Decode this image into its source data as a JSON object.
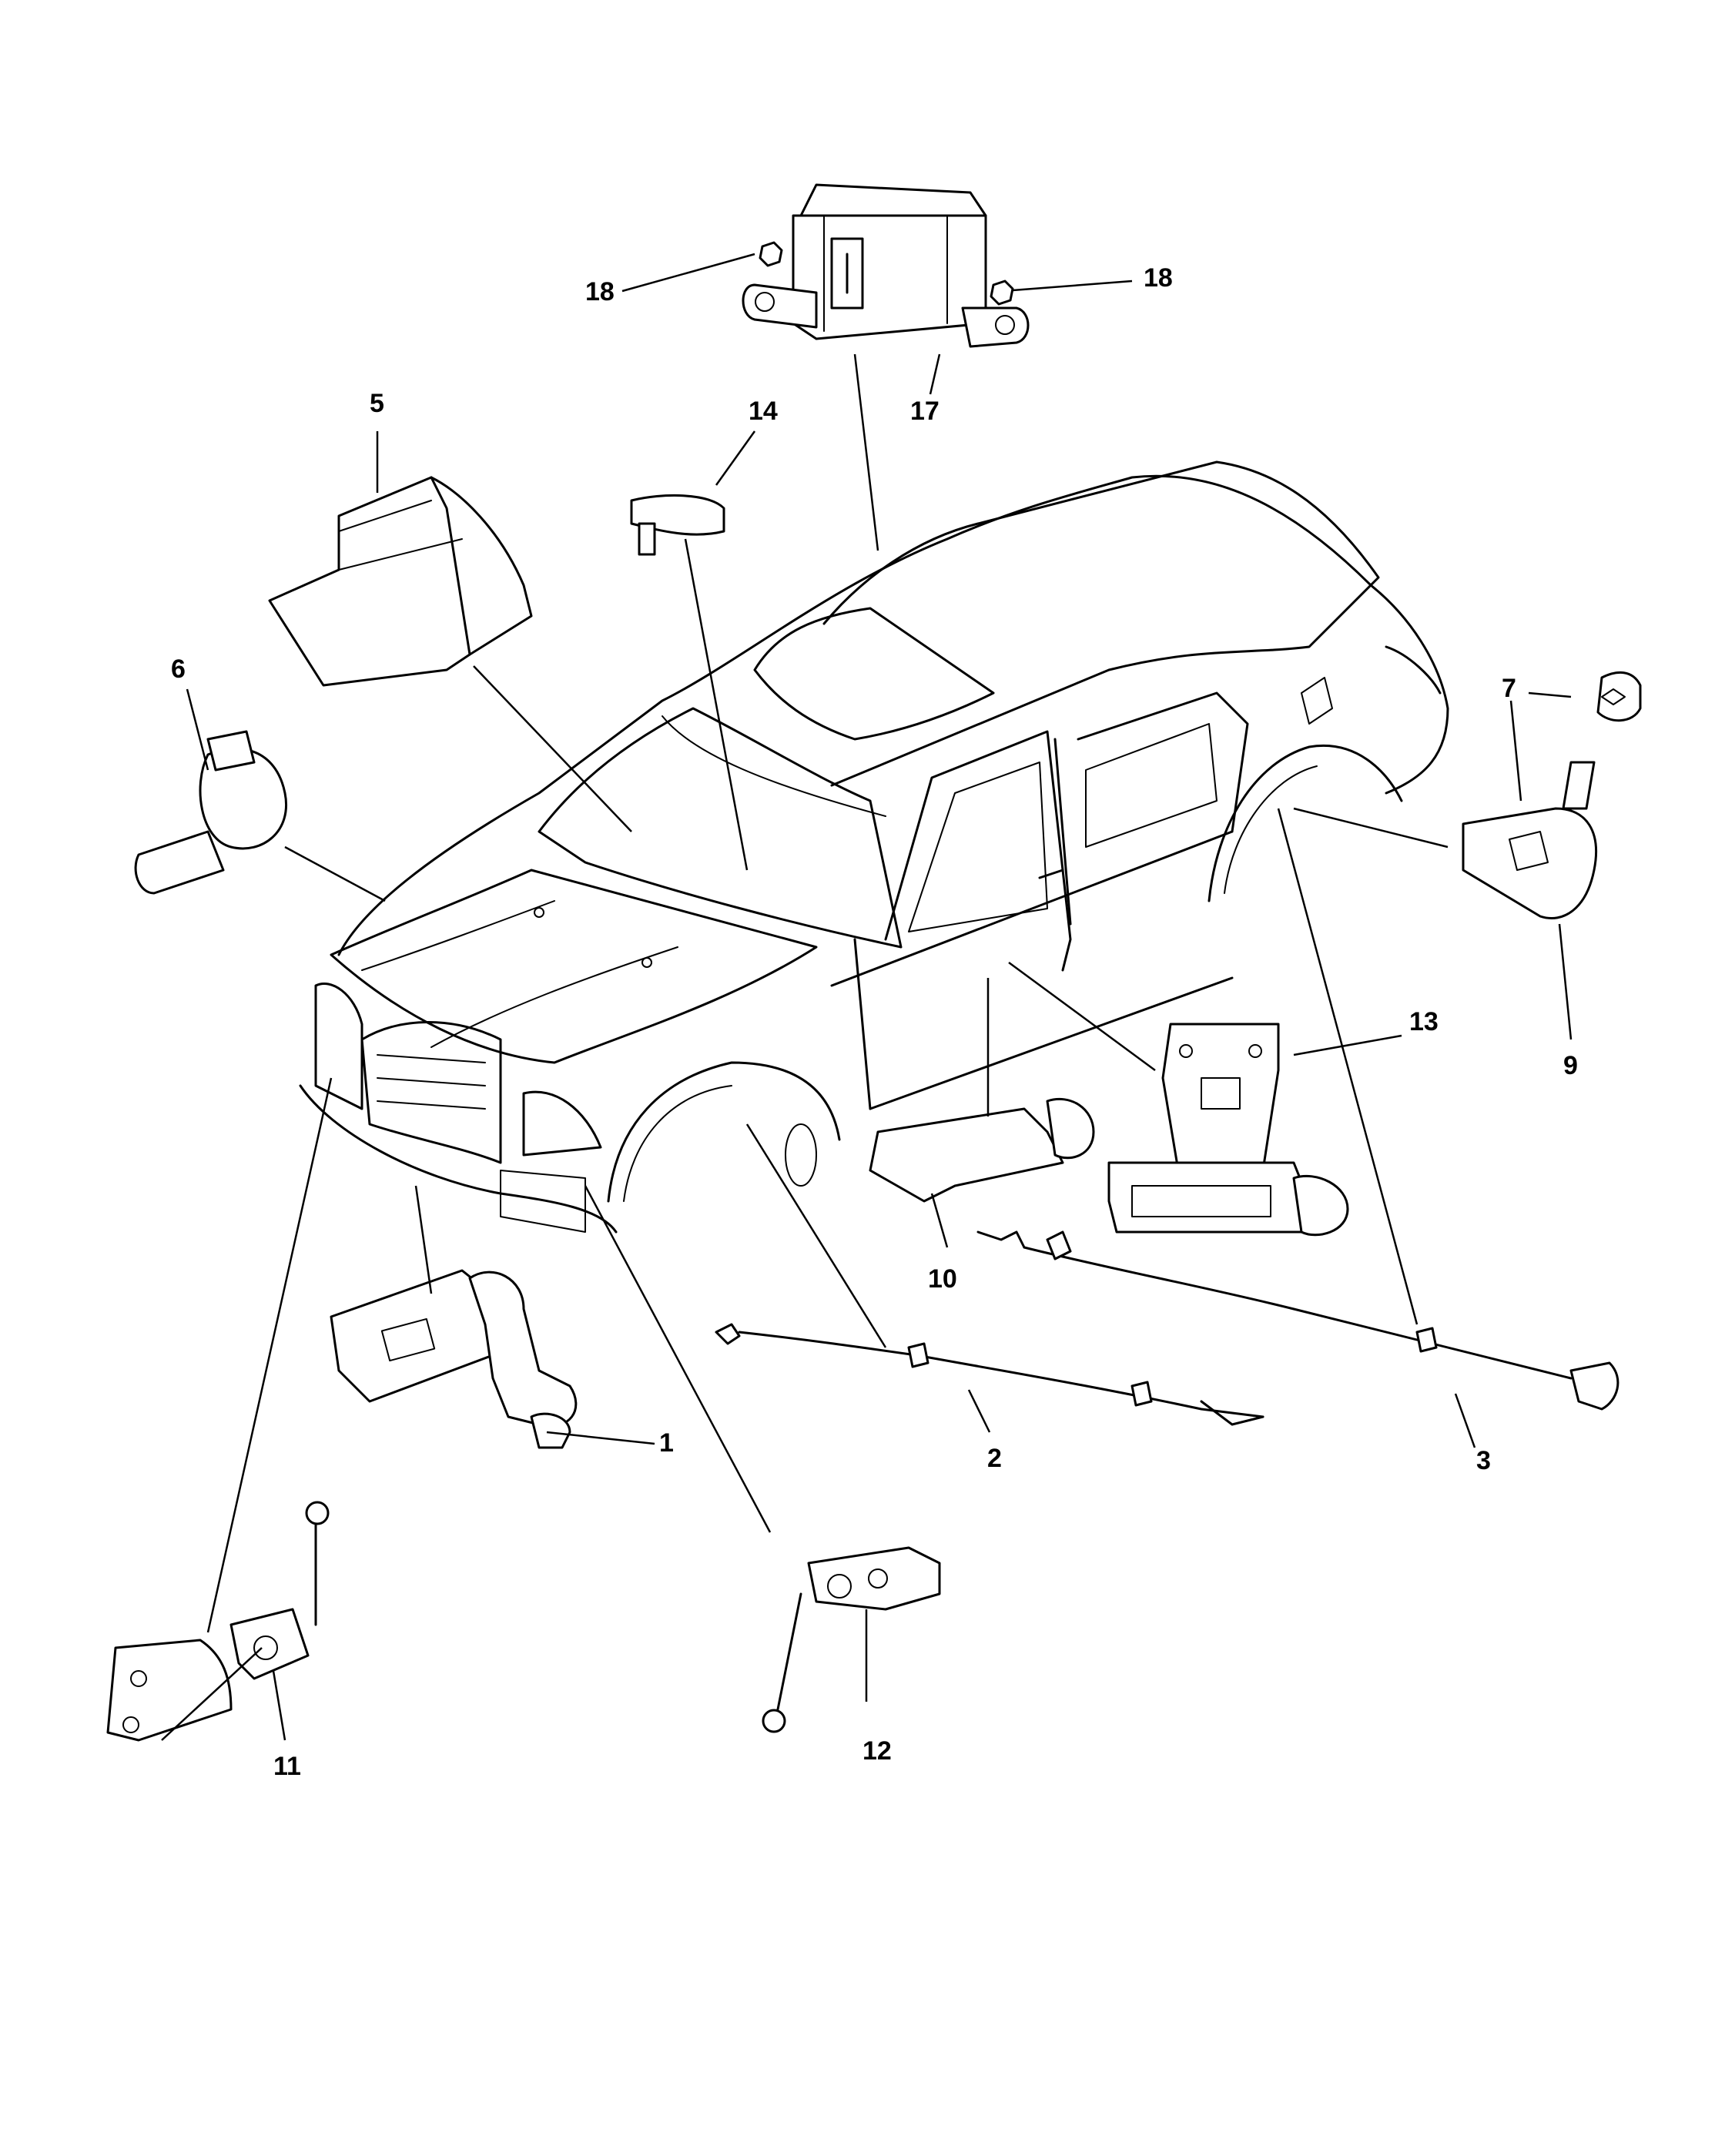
{
  "diagram": {
    "callouts": [
      "1",
      "2",
      "3",
      "5",
      "6",
      "7",
      "9",
      "10",
      "11",
      "12",
      "13",
      "14",
      "17",
      "18"
    ],
    "labels": {
      "c1": "1",
      "c2": "2",
      "c3": "3",
      "c5": "5",
      "c6": "6",
      "c7": "7",
      "c9": "9",
      "c10": "10",
      "c11": "11",
      "c12": "12",
      "c13": "13",
      "c14": "14",
      "c17": "17",
      "c18a": "18",
      "c18b": "18"
    }
  }
}
